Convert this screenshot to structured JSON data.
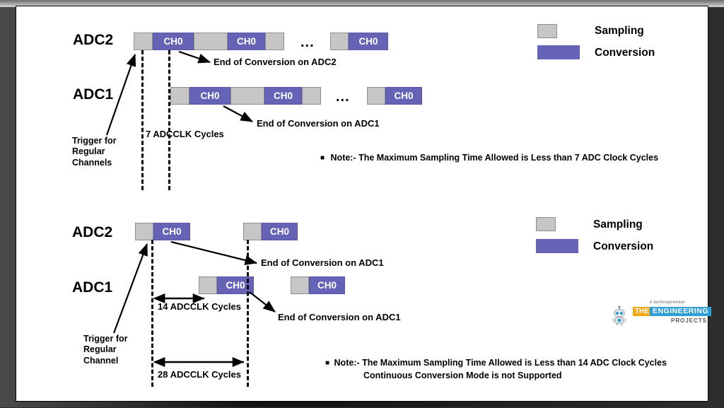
{
  "diagram": {
    "title_hidden": "",
    "colors": {
      "sampling": "#c6c6c6",
      "conversion": "#6663b7",
      "text": "#000000",
      "page_bg": "#ffffff"
    },
    "channel_label": "CH0",
    "ellipsis": "...",
    "legend_top": {
      "sampling_label": "Sampling",
      "conversion_label": "Conversion"
    },
    "legend_bottom": {
      "sampling_label": "Sampling",
      "conversion_label": "Conversion"
    },
    "top_section": {
      "row1_label": "ADC2",
      "row2_label": "ADC1",
      "eoc_adc2": "End of Conversion on ADC2",
      "eoc_adc1": "End of Conversion on ADC1",
      "trigger_label": "Trigger for\nRegular\nChannels",
      "trigger_line1": "Trigger for",
      "trigger_line2": "Regular",
      "trigger_line3": "Channels",
      "cycles_label": "7 ADCCLK Cycles",
      "note": "Note:- The Maximum Sampling Time Allowed is Less than 7 ADC Clock Cycles",
      "note_bullet": "■"
    },
    "bottom_section": {
      "row1_label": "ADC2",
      "row2_label": "ADC1",
      "eoc_upper": "End of Conversion on ADC1",
      "eoc_lower": "End of Conversion on ADC1",
      "trigger_line1": "Trigger for",
      "trigger_line2": "Regular",
      "trigger_line3": "Channel",
      "cycles_14": "14 ADCCLK Cycles",
      "cycles_28": "28 ADCCLK Cycles",
      "note_line1": "Note:- The Maximum Sampling Time Allowed is Less than 14 ADC Clock Cycles",
      "note_line2": "Continuous Conversion Mode is not Supported",
      "note_bullet": "■"
    },
    "logo": {
      "tagline": "# technopreneur",
      "word1": "THE",
      "word2": "ENGINEERING",
      "word3": "PROJECTS"
    }
  }
}
